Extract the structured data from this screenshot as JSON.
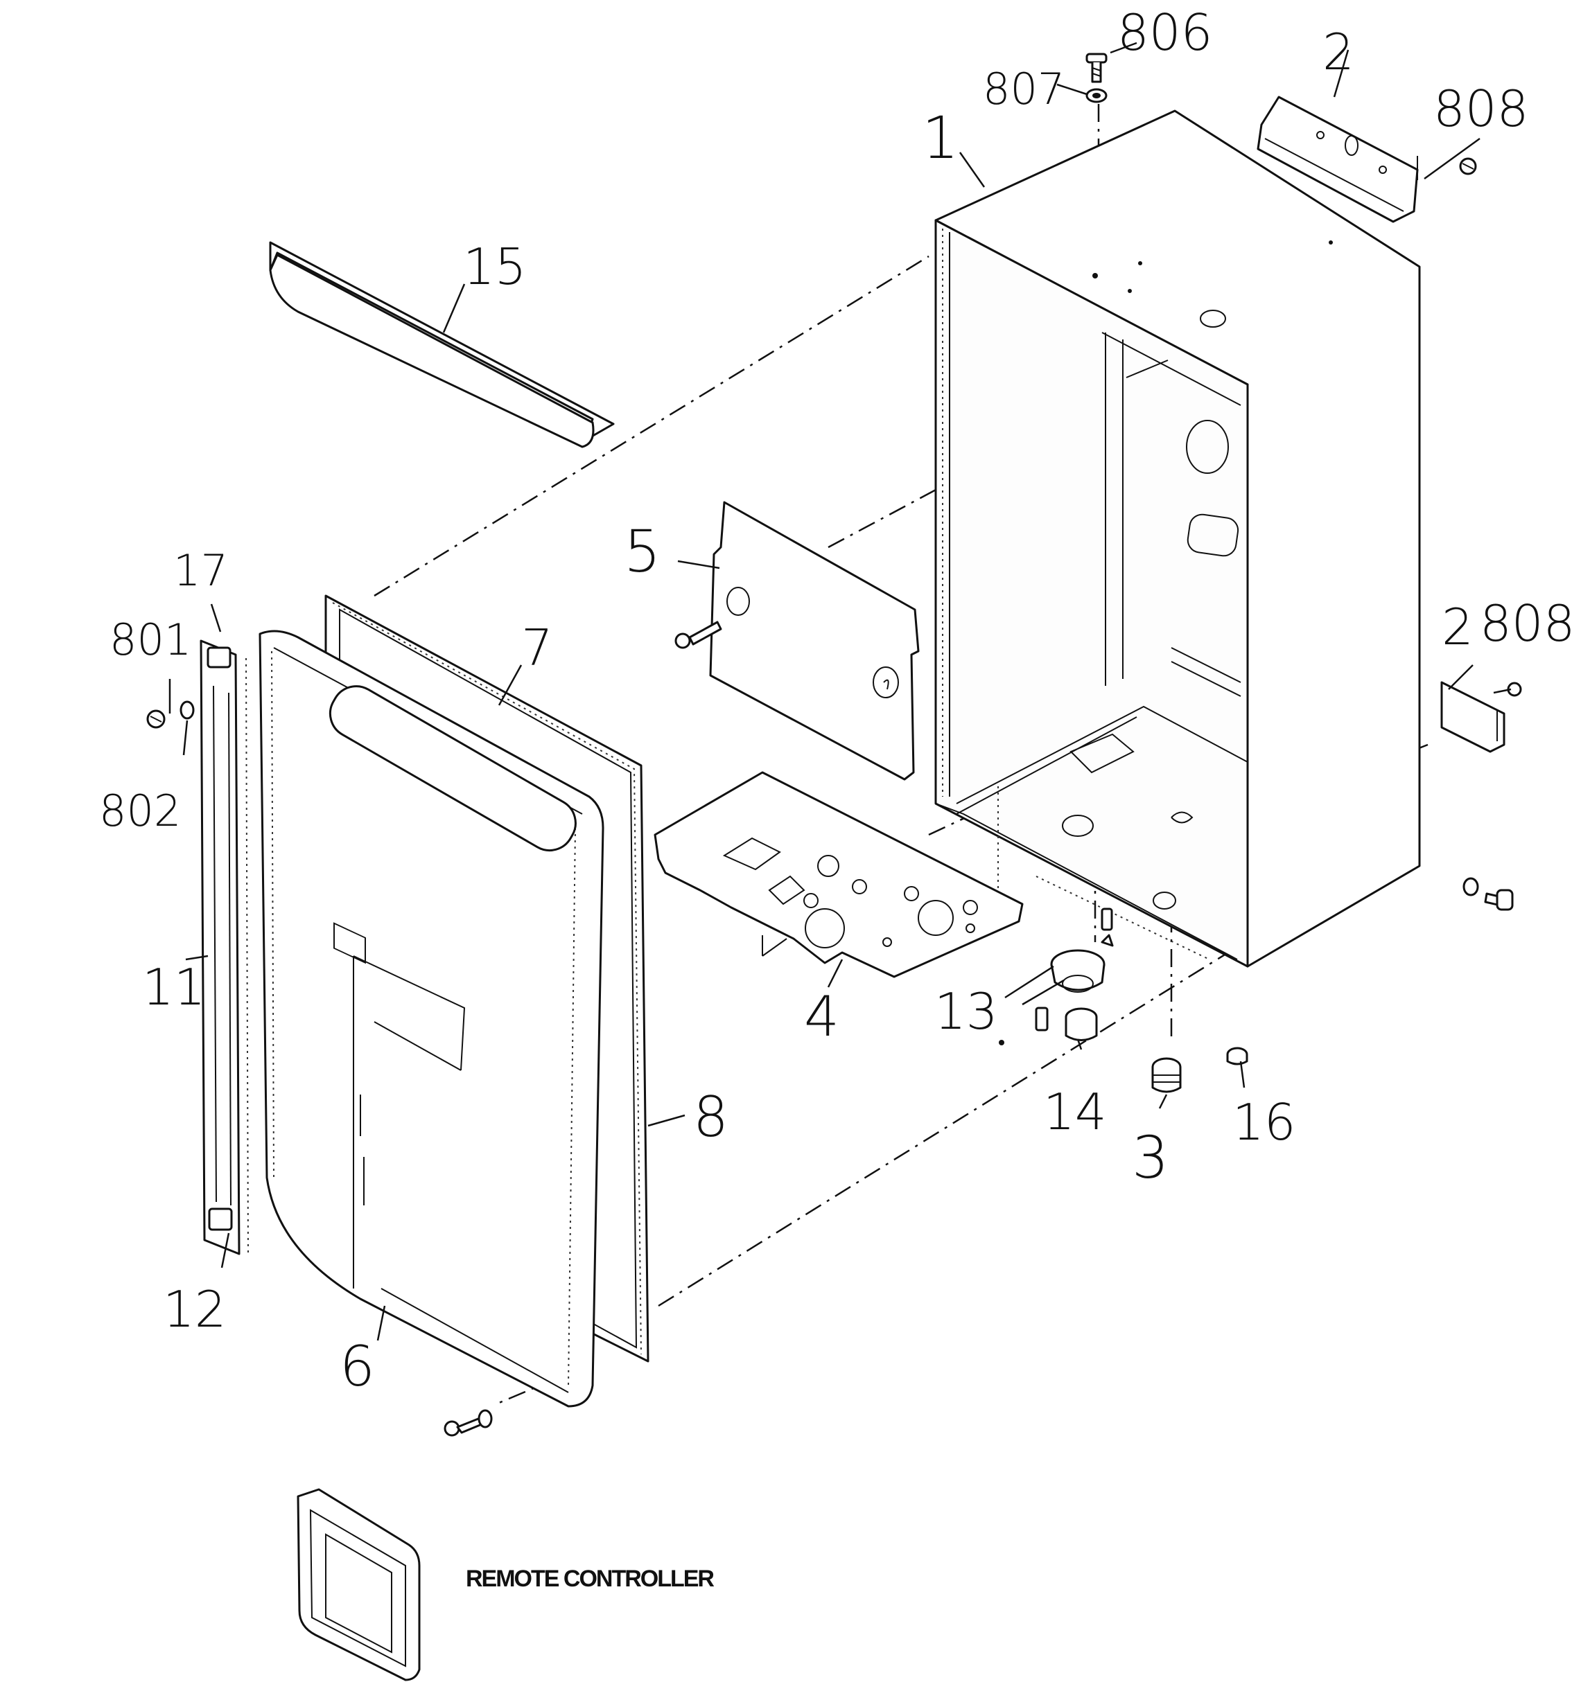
{
  "labels": {
    "p806": "806",
    "p807": "807",
    "p2a": "2",
    "p808a": "808",
    "p1": "1",
    "p15": "15",
    "p17": "17",
    "p801": "801",
    "p802": "802",
    "p7": "7",
    "p5": "5",
    "p2b": "2",
    "p808b": "808",
    "p11": "11",
    "p4": "4",
    "p13": "13",
    "p14": "14",
    "p3": "3",
    "p16": "16",
    "p8": "8",
    "p12": "12",
    "p6": "6"
  },
  "remote_controller_caption": "REMOTE CONTROLLER",
  "colors": {
    "line": "#111111",
    "background": "#ffffff"
  }
}
